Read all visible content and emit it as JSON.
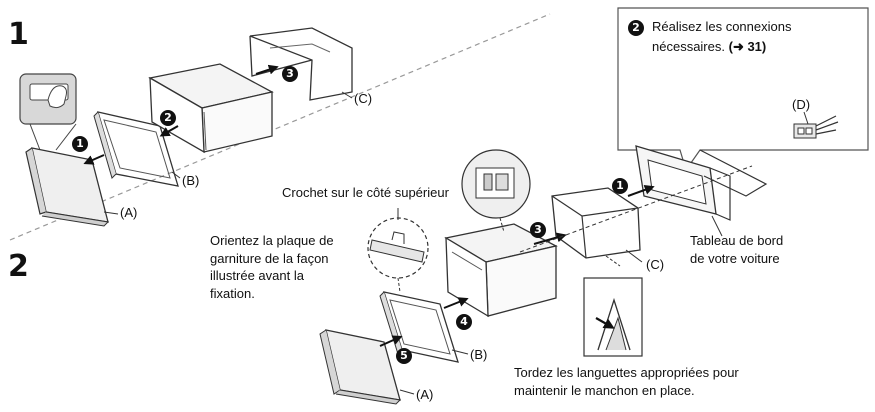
{
  "steps": {
    "step1": "1",
    "step2": "2"
  },
  "callout": {
    "number": "2",
    "line1": "Réalisez les connexions",
    "line2": "nécessaires.",
    "ref": "(➜ 31)"
  },
  "parts": {
    "a": "(A)",
    "b": "(B)",
    "c": "(C)",
    "d": "(D)"
  },
  "numbers": [
    "1",
    "2",
    "3",
    "4",
    "5"
  ],
  "notes": {
    "hook": "Crochet sur le côté supérieur",
    "orient": "Orientez la plaque de\ngarniture de la façon\nillustrée avant la\nfixation.",
    "dashboard": "Tableau de bord\nde votre voiture",
    "bend": "Tordez les languettes appropriées pour\nmaintenir le manchon en place."
  }
}
